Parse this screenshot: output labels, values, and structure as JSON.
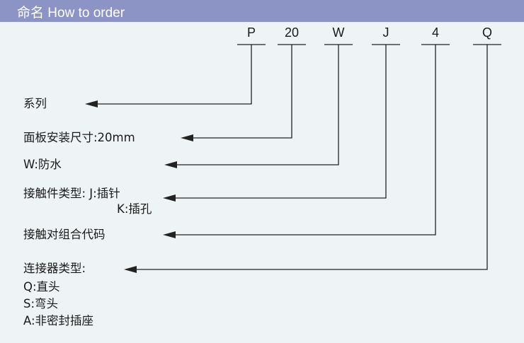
{
  "header": {
    "title": "命名 How to order"
  },
  "codes": [
    "P",
    "20",
    "W",
    "J",
    "4",
    "Q"
  ],
  "labels": {
    "series": "系列",
    "panel": "面板安装尺寸:20mm",
    "waterproof": "W:防水",
    "contact_type": "接触件类型: J:插针",
    "contact_type_k": "K:插孔",
    "contact_code": "接触对组合代码",
    "connector_type": "连接器类型:",
    "connector_q": "Q:直头",
    "connector_s": "S:弯头",
    "connector_a": "A:非密封插座"
  }
}
